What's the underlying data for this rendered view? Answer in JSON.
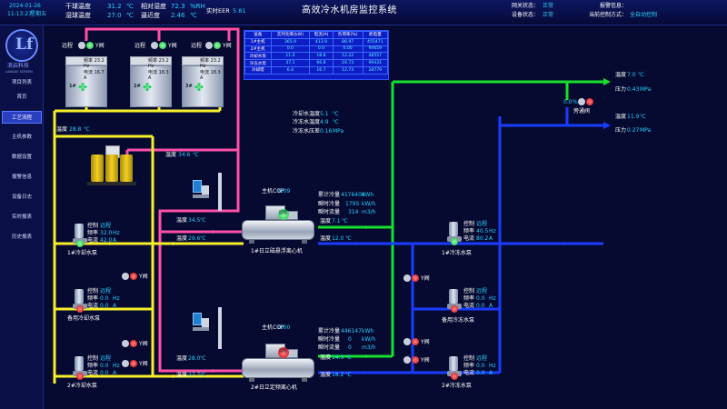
{
  "header": {
    "date": "2024-01-26",
    "time": "11:13:27",
    "weekday": "星期五",
    "dry_temp_label": "干球温度",
    "dry_temp_value": "31.2",
    "dry_temp_unit": "℃",
    "wet_temp_label": "湿球温度",
    "wet_temp_value": "27.0",
    "wet_temp_unit": "℃",
    "rh_label": "相对湿度",
    "rh_value": "72.3",
    "rh_unit": "%RH",
    "dew_label": "逼近度",
    "dew_value": "2.46",
    "dew_unit": "℃",
    "eer_label": "实时EER",
    "eer_value": "5.81",
    "title": "高效冷水机房监控系统",
    "gateway_label": "网关状态：",
    "gateway_value": "正常",
    "device_label": "设备状态：",
    "device_value": "正常",
    "alarm_label": "报警信息：",
    "mode_label": "当前控制方式：",
    "mode_value": "全自动控制"
  },
  "sidebar": {
    "logo_text": "LANGUE SCREEN",
    "brand": "浪启科技",
    "items": [
      "项目列表",
      "首页",
      "工艺流程",
      "主机参数",
      "数据设置",
      "报警信息",
      "设备日志",
      "实时报表",
      "历史报表"
    ],
    "active_index": 2
  },
  "power_table": {
    "headers": [
      "设备",
      "实时功率(kW)",
      "电流(A)",
      "负荷率(%)",
      "耗电量"
    ],
    "rows": [
      [
        "1#主机",
        "365.9",
        "413.9",
        "86.97",
        "455471"
      ],
      [
        "2#主机",
        "0.0",
        "0.0",
        "0.00",
        "94659"
      ],
      [
        "冷却水泵",
        "11.0",
        "18.8",
        "12.22",
        "48557"
      ],
      [
        "冷冻水泵",
        "37.1",
        "66.8",
        "24.73",
        "99431"
      ],
      [
        "冷却塔",
        "6.4",
        "16.7",
        "12.73",
        "28779"
      ]
    ]
  },
  "towers": [
    {
      "valve_label": "远程",
      "valve_tag": "Y阀",
      "freq_label": "频率",
      "freq": "23.2",
      "freq_unit": "Hz",
      "cur_label": "电流",
      "cur": "16.7",
      "cur_unit": "A",
      "name": "1#"
    },
    {
      "valve_label": "远程",
      "valve_tag": "Y阀",
      "freq_label": "频率",
      "freq": "23.2",
      "freq_unit": "Hz",
      "cur_label": "电流",
      "cur": "18.3",
      "cur_unit": "A",
      "name": "2#"
    },
    {
      "valve_label": "远程",
      "valve_tag": "Y阀",
      "freq_label": "频率",
      "freq": "23.2",
      "freq_unit": "Hz",
      "cur_label": "电流",
      "cur": "18.3",
      "cur_unit": "A",
      "name": "3#"
    }
  ],
  "cooling_water": {
    "return_temp_label": "温度",
    "return_temp": "28.8",
    "return_unit": "℃",
    "supply_temp_label": "温度",
    "supply_temp": "34.6",
    "supply_unit": "℃"
  },
  "plant": {
    "cw_temp_label": "冷却水温度",
    "cw_temp": "5.1",
    "cw_unit": "℃",
    "chw_temp_label": "冷冻水温度",
    "chw_temp": "4.9",
    "chw_unit": "℃",
    "chw_press_label": "冷冻水压差",
    "chw_press": "0.16",
    "chw_press_unit": "MPa"
  },
  "chiller1": {
    "cop_label": "主机COP",
    "cop": "6.09",
    "acc_cool_label": "累计冷量",
    "acc_cool": "4176404",
    "acc_cool_unit": "kWh",
    "inst_power_label": "瞬时冷量",
    "inst_power": "1795",
    "inst_power_unit": "kW/h",
    "inst_flow_label": "瞬时流量",
    "inst_flow": "314",
    "inst_flow_unit": "m3/h",
    "state": "远程",
    "cw_in_label": "温度",
    "cw_in": "34.5",
    "cw_out_label": "温度",
    "cw_out": "29.6",
    "chw_out_label": "温度",
    "chw_out": "7.1",
    "chw_in_label": "温度",
    "chw_in": "12.0",
    "unit": "℃",
    "name": "1#日立磁悬浮离心机"
  },
  "chiller2": {
    "cop_label": "主机COP",
    "cop": "0.00",
    "acc_cool_label": "累计冷量",
    "acc_cool": "446147",
    "acc_cool_unit": "kWh",
    "inst_power_label": "瞬时冷量",
    "inst_power": "0",
    "inst_power_unit": "kW/h",
    "inst_flow_label": "瞬时流量",
    "inst_flow": "0",
    "inst_flow_unit": "m3/h",
    "state": "远程",
    "cw_in_label": "温度",
    "cw_in": "28.0",
    "cw_out_label": "温度",
    "cw_out": "27.7",
    "chw_out_label": "温度",
    "chw_out": "14.3",
    "chw_in_label": "温度",
    "chw_in": "18.2",
    "unit": "℃",
    "name": "2#日立定频离心机"
  },
  "cw_pumps": [
    {
      "name": "1#冷却水泵",
      "ctrl_label": "控制",
      "ctrl": "远程",
      "freq_label": "频率",
      "freq": "32.0",
      "freq_unit": "Hz",
      "cur_label": "电流",
      "cur": "42.0",
      "cur_unit": "A",
      "valve_tag": "Y阀"
    },
    {
      "name": "备用冷却水泵",
      "ctrl_label": "控制",
      "ctrl": "远程",
      "freq_label": "频率",
      "freq": "0.0",
      "freq_unit": "Hz",
      "cur_label": "电流",
      "cur": "0.0",
      "cur_unit": "A",
      "valve_tag": "Y阀"
    },
    {
      "name": "2#冷却水泵",
      "ctrl_label": "控制",
      "ctrl": "远程",
      "freq_label": "频率",
      "freq": "0.0",
      "freq_unit": "Hz",
      "cur_label": "电流",
      "cur": "0.0",
      "cur_unit": "A",
      "valve_tag": "Y阀"
    }
  ],
  "chw_pumps": [
    {
      "name": "1#冷冻水泵",
      "ctrl_label": "控制",
      "ctrl": "远程",
      "freq_label": "频率",
      "freq": "40.5",
      "freq_unit": "Hz",
      "cur_label": "电流",
      "cur": "80.2",
      "cur_unit": "A",
      "valve_tag": "Y阀"
    },
    {
      "name": "备用冷冻水泵",
      "ctrl_label": "控制",
      "ctrl": "远程",
      "freq_label": "频率",
      "freq": "0.0",
      "freq_unit": "Hz",
      "cur_label": "电流",
      "cur": "0.0",
      "cur_unit": "A",
      "valve_tag": "Y阀"
    },
    {
      "name": "2#冷冻水泵",
      "ctrl_label": "控制",
      "ctrl": "远程",
      "freq_label": "频率",
      "freq": "0.0",
      "freq_unit": "Hz",
      "cur_label": "电流",
      "cur": "0.0",
      "cur_unit": "A",
      "valve_tag": "Y阀"
    }
  ],
  "bypass": {
    "pct": "0.0",
    "pct_unit": "%",
    "name": "旁通阀"
  },
  "right_sensors": {
    "supply_temp_label": "温度",
    "supply_temp": "7.0",
    "supply_temp_unit": "℃",
    "supply_press_label": "压力",
    "supply_press": "0.43",
    "supply_press_unit": "MPa",
    "return_temp_label": "温度",
    "return_temp": "11.9",
    "return_temp_unit": "℃",
    "return_press_label": "压力",
    "return_press": "0.27",
    "return_press_unit": "MPa"
  },
  "colors": {
    "pink": "#ff4fa8",
    "yellow": "#f6ef2a",
    "green": "#16e02c",
    "blue": "#1a3cff"
  }
}
